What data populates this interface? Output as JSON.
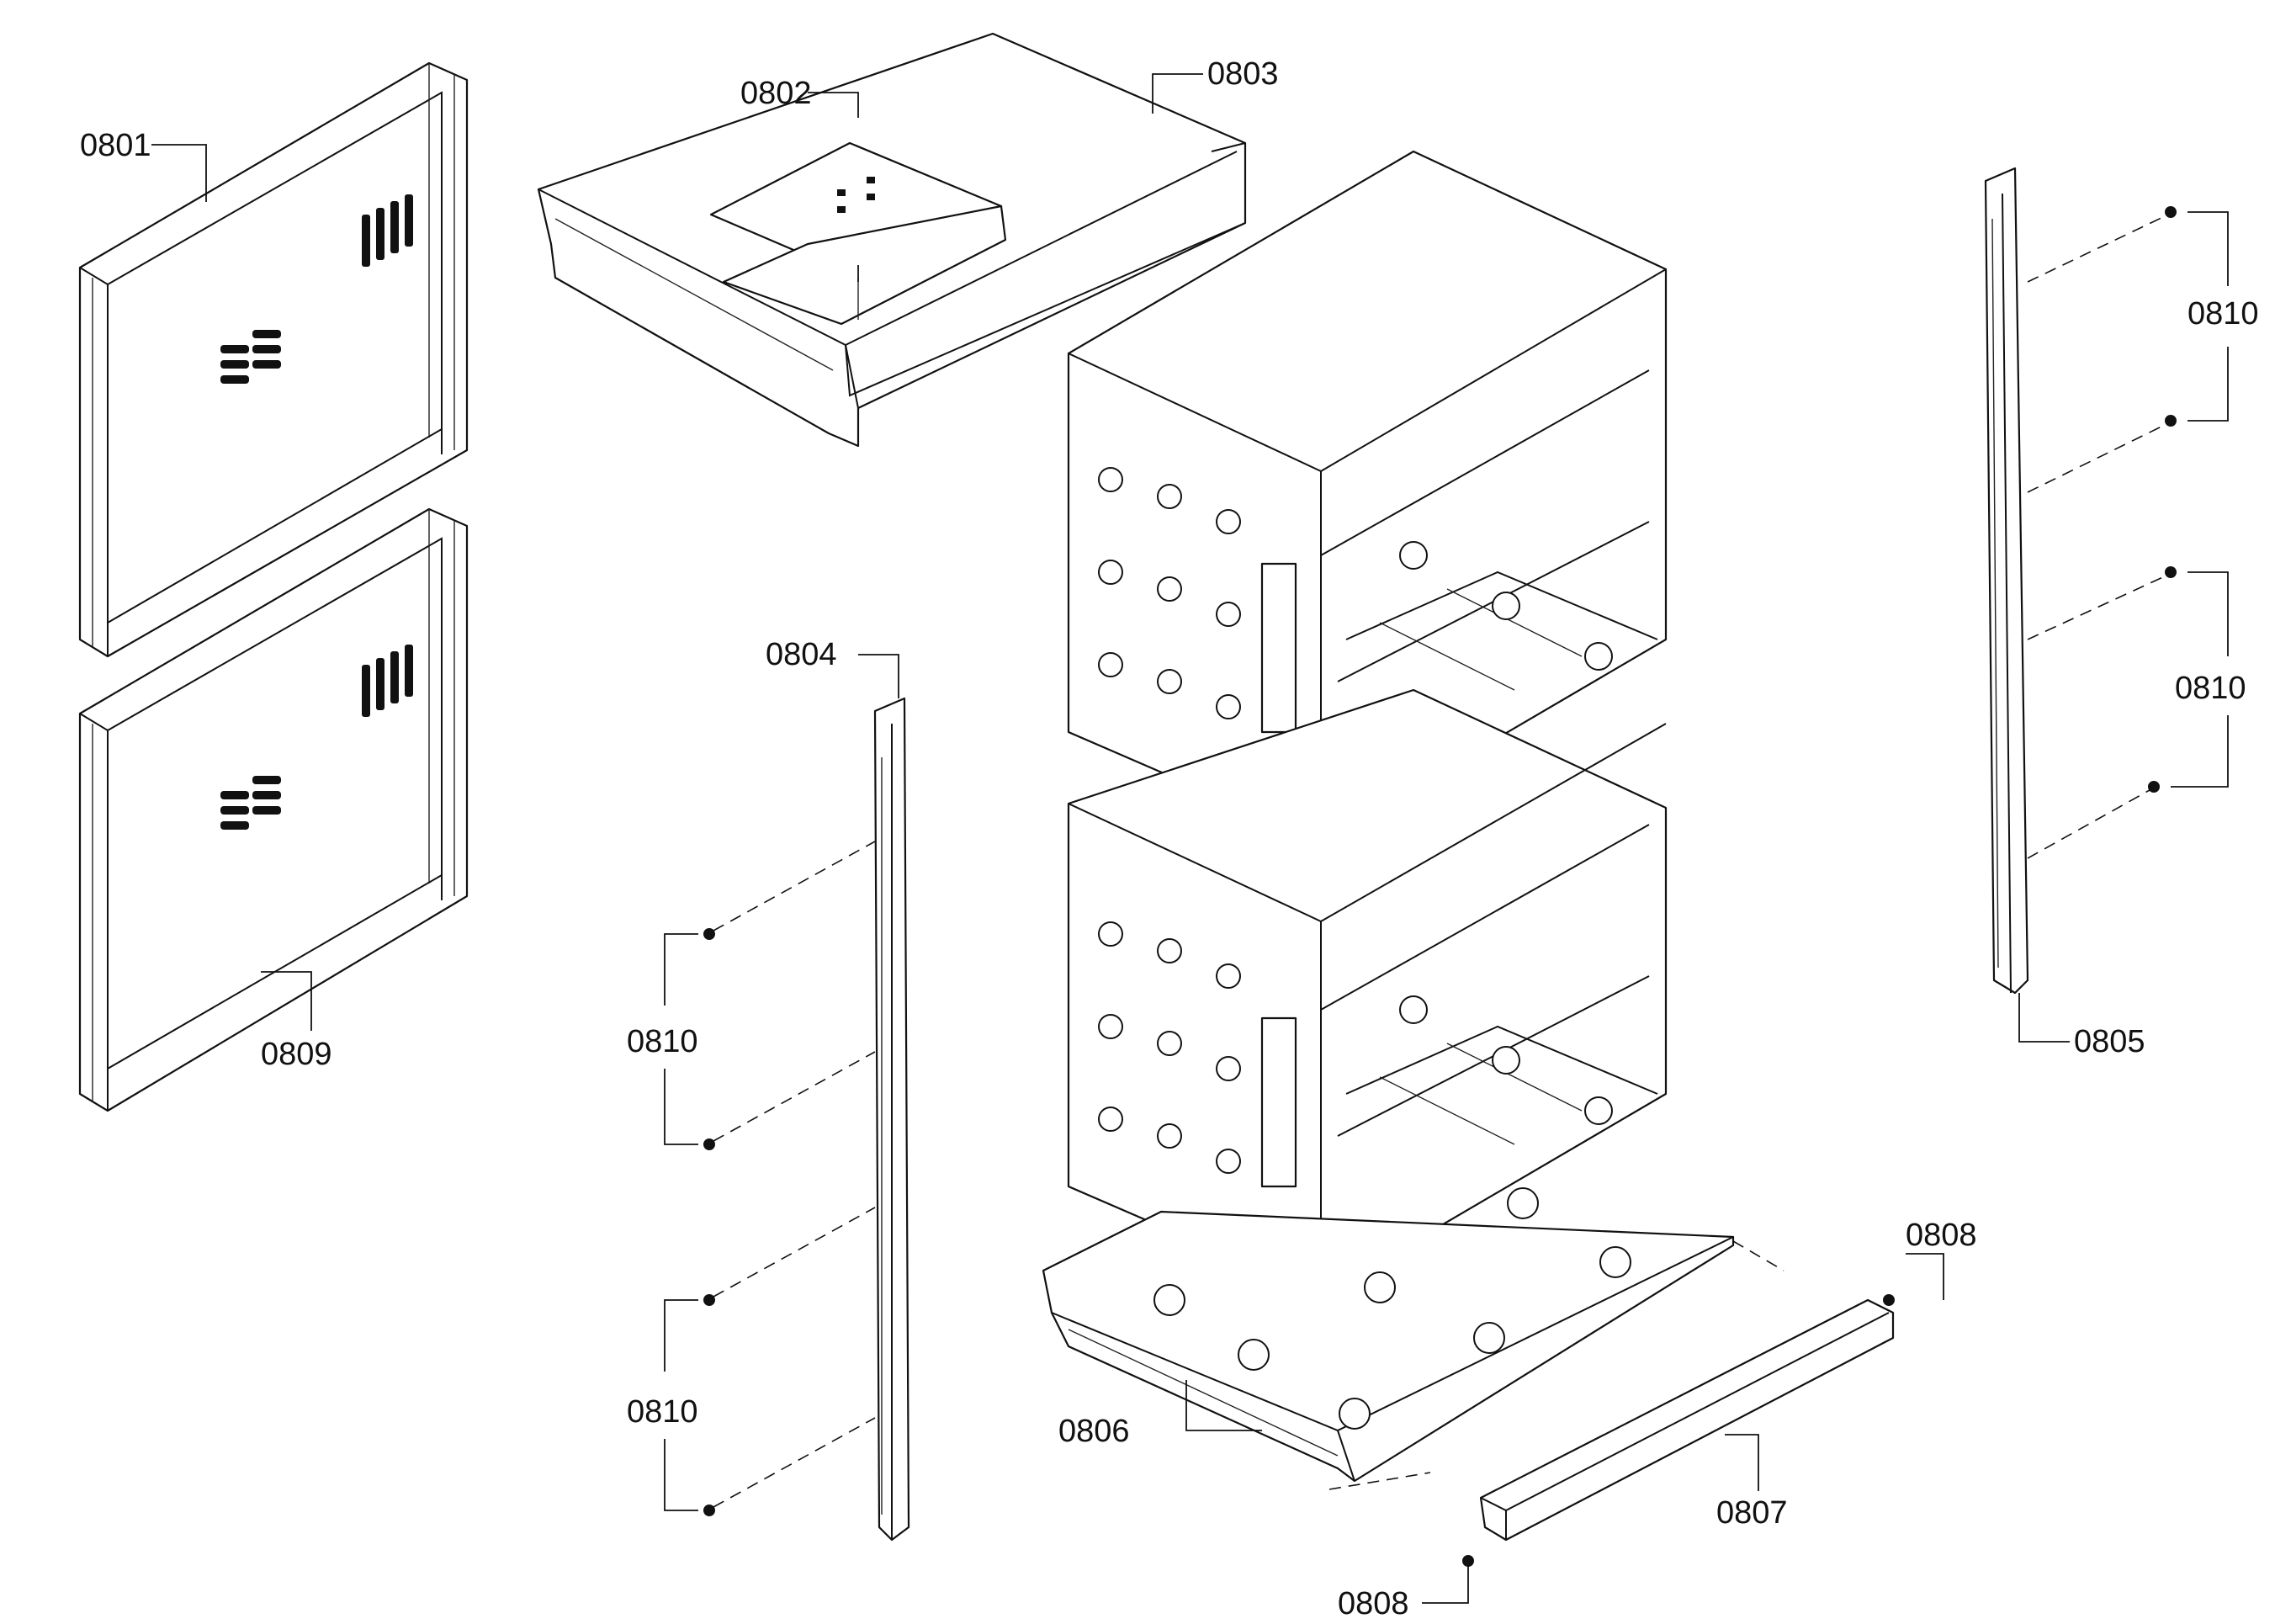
{
  "callouts": {
    "c0801": "0801",
    "c0802": "0802",
    "c0803": "0803",
    "c0804": "0804",
    "c0805": "0805",
    "c0806": "0806",
    "c0807": "0807",
    "c0808_top": "0808",
    "c0808_bottom": "0808",
    "c0809": "0809",
    "c0810_right_upper": "0810",
    "c0810_right_lower": "0810",
    "c0810_left_upper": "0810",
    "c0810_left_lower": "0810"
  }
}
